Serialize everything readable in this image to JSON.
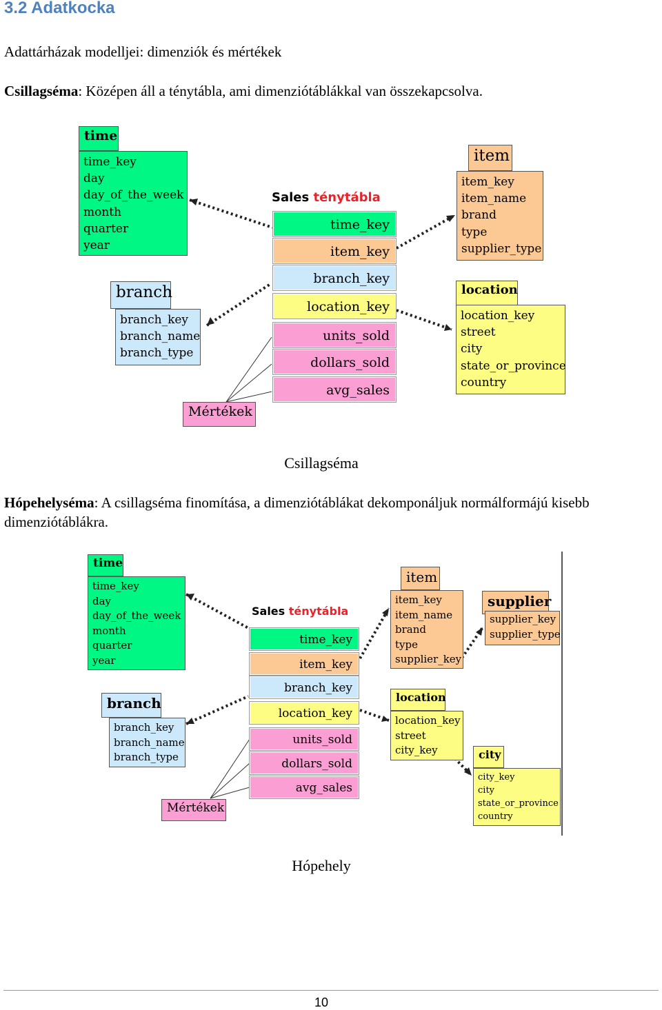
{
  "heading": "3.2 Adatkocka",
  "intro": "Adattárházak modelljei: dimenziók és mértékek",
  "star": {
    "label": "Csillagséma",
    "text": ": Középen áll a ténytábla, ami dimenziótáblákkal van összekapcsolva.",
    "caption": "Csillagséma"
  },
  "snowflake": {
    "label": "Hópehelyséma",
    "text": ": A csillagséma finomítása, a dimenziótáblákat dekomponáljuk normálformájú kisebb dimenziótáblákra.",
    "caption": "Hópehely"
  },
  "diagram": {
    "sales_prefix": "Sales",
    "sales_suffix": "ténytábla",
    "measures": "Mértékek",
    "fact_rows": [
      "time_key",
      "item_key",
      "branch_key",
      "location_key",
      "units_sold",
      "dollars_sold",
      "avg_sales"
    ],
    "time": {
      "title": "time",
      "fields": [
        "time_key",
        "day",
        "day_of_the_week",
        "month",
        "quarter",
        "year"
      ]
    },
    "branch": {
      "title": "branch",
      "fields": [
        "branch_key",
        "branch_name",
        "branch_type"
      ]
    },
    "item_star": {
      "title": "item",
      "fields": [
        "item_key",
        "item_name",
        "brand",
        "type",
        "supplier_type"
      ]
    },
    "item_snow": {
      "title": "item",
      "fields": [
        "item_key",
        "item_name",
        "brand",
        "type",
        "supplier_key"
      ]
    },
    "location_star": {
      "title": "location",
      "fields": [
        "location_key",
        "street",
        "city",
        "state_or_province",
        "country"
      ]
    },
    "location_snow": {
      "title": "location",
      "fields": [
        "location_key",
        "street",
        "city_key"
      ]
    },
    "supplier": {
      "title": "supplier",
      "fields": [
        "supplier_key",
        "supplier_type"
      ]
    },
    "city": {
      "title": "city",
      "fields": [
        "city_key",
        "city",
        "state_or_province",
        "country"
      ]
    }
  },
  "page_number": "10",
  "colors": {
    "heading": "#4f81bd",
    "green": "#00f783",
    "orange": "#fcc994",
    "blue": "#cce8fb",
    "yellow": "#fdfd83",
    "pink": "#fb9ed4",
    "red": "#e8232b"
  }
}
